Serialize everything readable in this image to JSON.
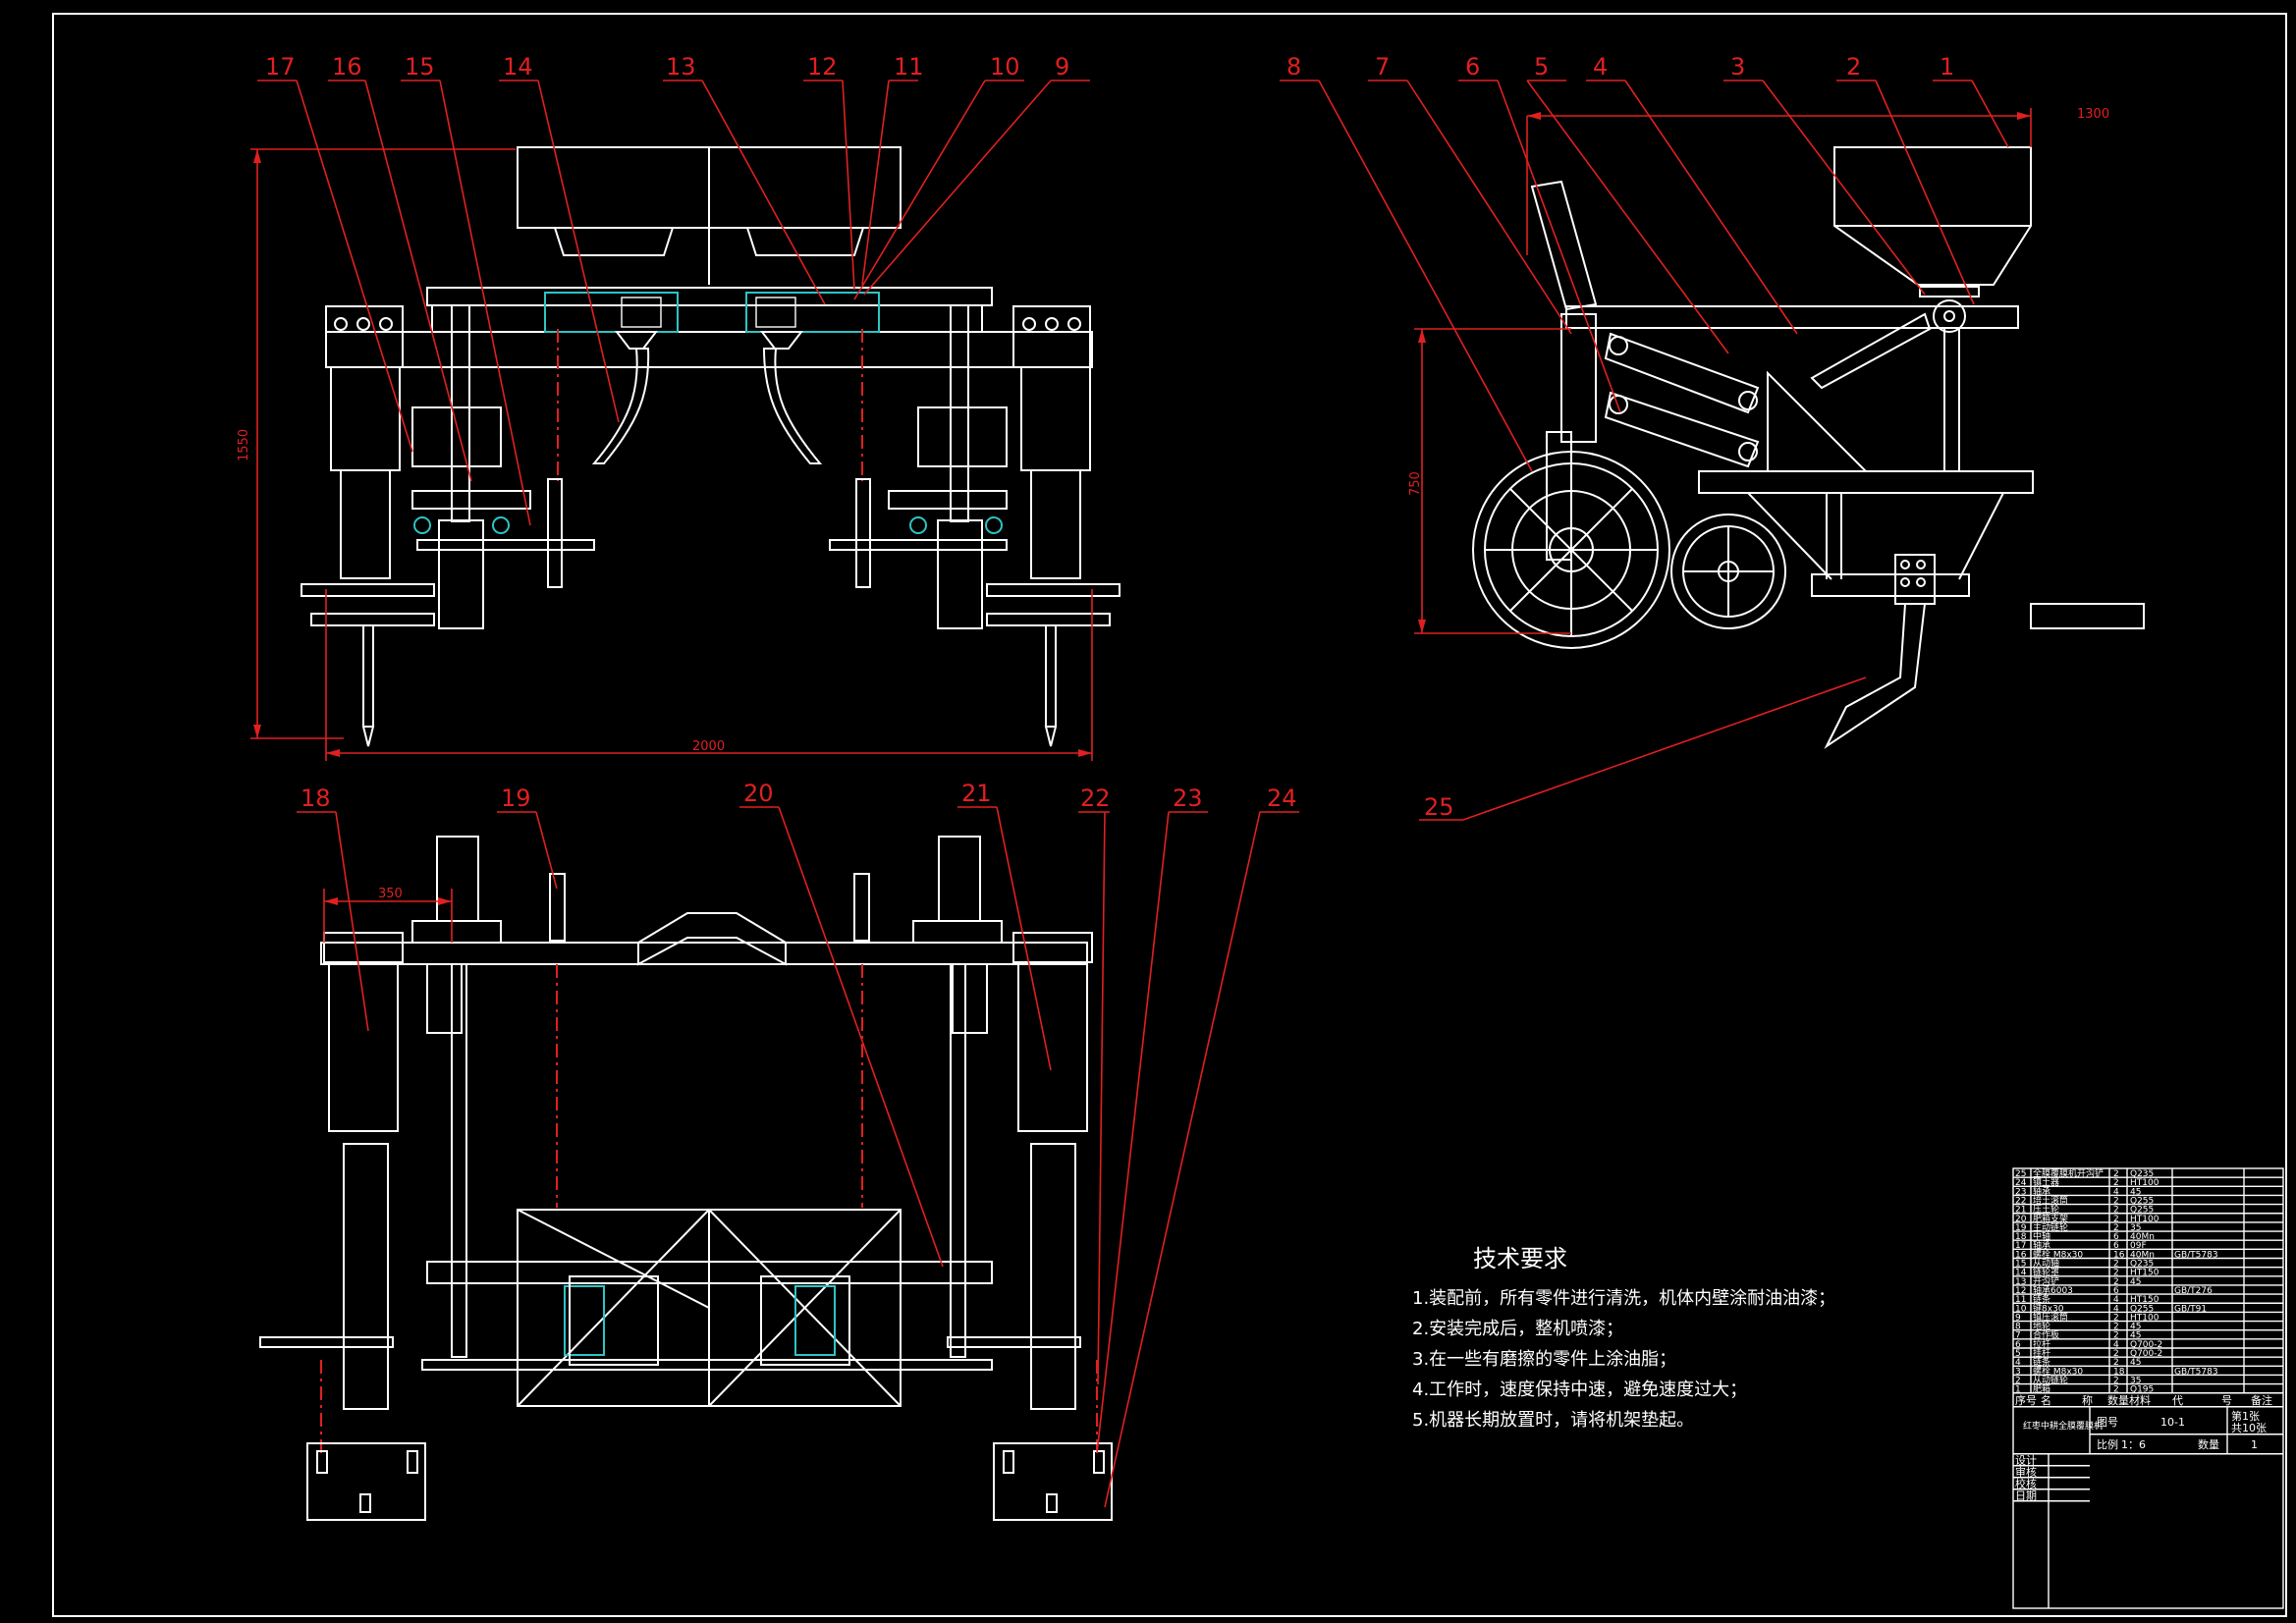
{
  "technical_requirements": {
    "title": "技术要求",
    "items": [
      "1.装配前，所有零件进行清洗，机体内壁涂耐油油漆；",
      "2.安装完成后，整机喷漆；",
      "3.在一些有磨擦的零件上涂油脂；",
      "4.工作时，速度保持中速，避免速度过大；",
      "5.机器长期放置时，请将机架垫起。"
    ]
  },
  "part_numbers_front": [
    "17",
    "16",
    "15",
    "14",
    "13",
    "12",
    "11",
    "10",
    "9"
  ],
  "part_numbers_side": [
    "8",
    "7",
    "6",
    "5",
    "4",
    "3",
    "2",
    "1"
  ],
  "part_numbers_top": [
    "18",
    "19",
    "20",
    "21",
    "22",
    "23",
    "24"
  ],
  "part_number_side_bottom": "25",
  "dimensions": {
    "front_height": "1550",
    "front_width": "2000",
    "side_length": "1300",
    "side_height": "750",
    "top_offset": "350"
  },
  "bom": {
    "rows": [
      [
        "25",
        "全膜覆膜机开沟铲",
        "2",
        "Q235",
        ""
      ],
      [
        "24",
        "镇土器",
        "2",
        "HT100",
        ""
      ],
      [
        "23",
        "轴承",
        "4",
        "45",
        ""
      ],
      [
        "22",
        "培土滚筒",
        "2",
        "Q255",
        ""
      ],
      [
        "21",
        "压土轮",
        "2",
        "Q255",
        ""
      ],
      [
        "20",
        "肥箱支架",
        "2",
        "HT100",
        ""
      ],
      [
        "19",
        "主动链轮",
        "2",
        "35",
        ""
      ],
      [
        "18",
        "中轴",
        "6",
        "40Mn",
        ""
      ],
      [
        "17",
        "轴承",
        "6",
        "09F",
        ""
      ],
      [
        "16",
        "螺栓 M8x30",
        "16",
        "40Mn",
        "GB/T5783"
      ],
      [
        "15",
        "从动轴",
        "2",
        "Q235",
        ""
      ],
      [
        "14",
        "链轮罩",
        "2",
        "HT150",
        ""
      ],
      [
        "13",
        "开沟铲",
        "2",
        "45",
        ""
      ],
      [
        "12",
        "轴承6003",
        "6",
        "",
        "GB/T276"
      ],
      [
        "11",
        "链条",
        "4",
        "HT150",
        ""
      ],
      [
        "10",
        "键8x30",
        "4",
        "Q255",
        "GB/T91"
      ],
      [
        "9",
        "镇压滚筒",
        "2",
        "HT100",
        ""
      ],
      [
        "8",
        "地轮",
        "2",
        "45",
        ""
      ],
      [
        "7",
        "合作板",
        "2",
        "45",
        ""
      ],
      [
        "6",
        "拉杆",
        "4",
        "Q700-2",
        ""
      ],
      [
        "5",
        "挂杆",
        "2",
        "Q700-2",
        ""
      ],
      [
        "4",
        "链条",
        "2",
        "45",
        ""
      ],
      [
        "3",
        "螺栓 M8x30",
        "18",
        "",
        "GB/T5783"
      ],
      [
        "2",
        "从动链轮",
        "2",
        "35",
        ""
      ],
      [
        "1",
        "肥箱",
        "2",
        "Q195",
        ""
      ]
    ],
    "header": [
      "序号",
      "名",
      "称",
      "数量",
      "材料",
      "代",
      "号",
      "备注"
    ],
    "drawing_name": "红枣中耕全膜覆膜机",
    "drawing_no_label": "图号",
    "drawing_no": "10-1",
    "scale_label": "比例",
    "scale": "1：6",
    "qty_label": "数量",
    "qty": "1",
    "sheet": "第1张",
    "sheets_total": "共10张",
    "sign_rows": [
      "设计",
      "审核",
      "校核",
      "日期"
    ]
  }
}
